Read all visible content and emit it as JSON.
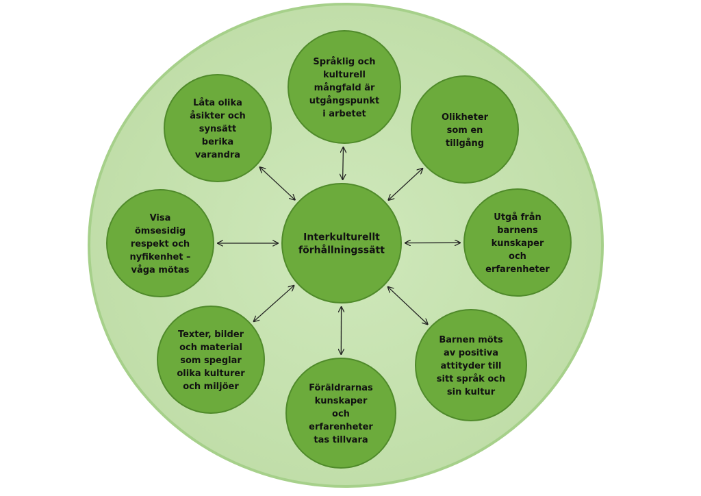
{
  "diagram": {
    "center": {
      "lines": [
        "Interkulturellt",
        "förhållningssätt"
      ]
    },
    "nodes": [
      {
        "id": "top",
        "lines": [
          "Språklig och",
          "kulturell",
          "mångfald är",
          "utgångspunkt",
          "i arbetet"
        ]
      },
      {
        "id": "top-right",
        "lines": [
          "Olikheter",
          "som en",
          "tillgång"
        ]
      },
      {
        "id": "right",
        "lines": [
          "Utgå från",
          "barnens",
          "kunskaper",
          "och",
          "erfarenheter"
        ]
      },
      {
        "id": "bottom-right",
        "lines": [
          "Barnen möts",
          "av positiva",
          "attityder till",
          "sitt språk och",
          "sin kultur"
        ]
      },
      {
        "id": "bottom",
        "lines": [
          "Föräldrarnas",
          "kunskaper",
          "och",
          "erfarenheter",
          "tas tillvara"
        ]
      },
      {
        "id": "bottom-left",
        "lines": [
          "Texter, bilder",
          "och material",
          "som speglar",
          "olika kulturer",
          "och miljöer"
        ]
      },
      {
        "id": "left",
        "lines": [
          "Visa",
          "ömsesidig",
          "respekt och",
          "nyfikenhet –",
          "våga mötas"
        ]
      },
      {
        "id": "top-left",
        "lines": [
          "Låta olika",
          "åsikter och",
          "synsätt",
          "berika",
          "varandra"
        ]
      }
    ],
    "colors": {
      "outer_fill": "#c8e4b2",
      "outer_stroke": "#a6d08a",
      "node_fill": "#6cab3c",
      "node_stroke": "#4f8a2a",
      "arrow": "#222222"
    }
  }
}
